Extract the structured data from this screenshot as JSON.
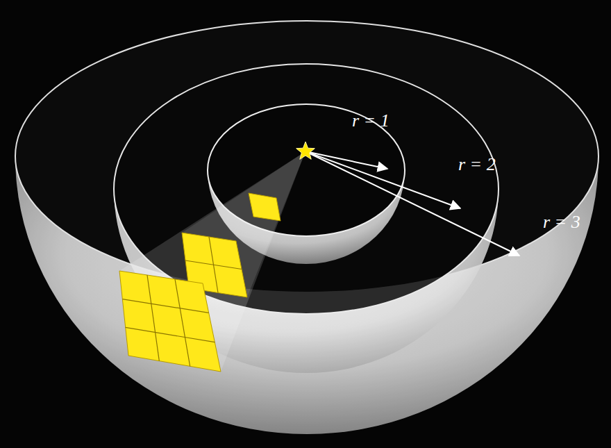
{
  "diagram": {
    "labels": [
      "r = 1",
      "r = 2",
      "r = 3"
    ]
  }
}
